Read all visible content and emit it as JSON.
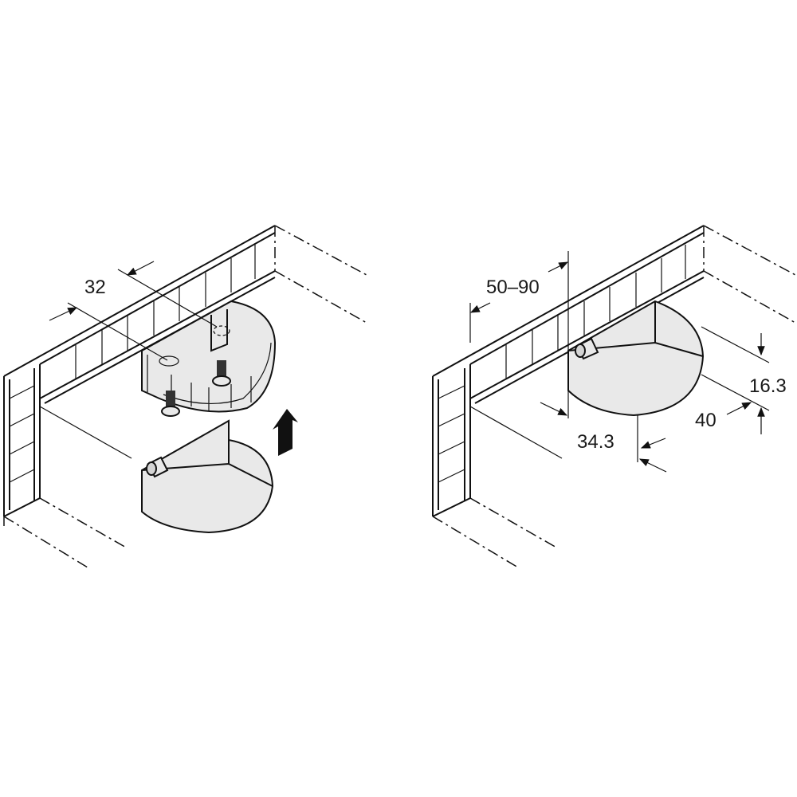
{
  "left_view": {
    "dimension_spacing": "32"
  },
  "right_view": {
    "dimension_distance": "50–90",
    "dimension_height": "16.3",
    "dimension_depth": "40",
    "dimension_offset": "34.3"
  },
  "colors": {
    "part_fill": "#e9e9e9",
    "line": "#111111"
  }
}
